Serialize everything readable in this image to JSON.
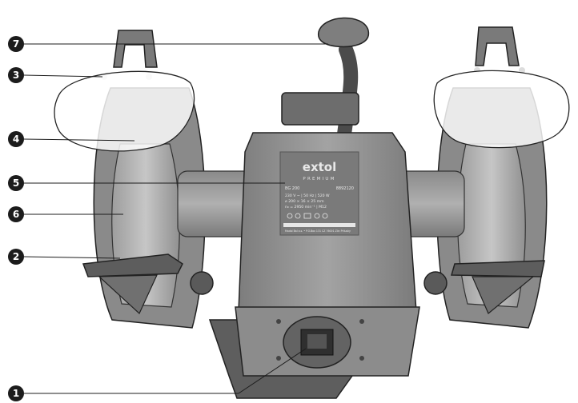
{
  "brand": {
    "logo": "extol",
    "tagline": "PREMIUM"
  },
  "rating_plate": {
    "model_left": "BG 200",
    "model_right": "8892120",
    "line1": "230 V ~ | 50 Hz | 520 W",
    "line2": "⌀ 200 × 16 × 25 mm",
    "line3": "n₀ = 2950 min⁻¹ | M12",
    "footer": "Madal Bal a.s. • P.O.Box 131 CZ 76001 Zlin Prilusky"
  },
  "callouts": [
    {
      "number": "7"
    },
    {
      "number": "3"
    },
    {
      "number": "4"
    },
    {
      "number": "5"
    },
    {
      "number": "6"
    },
    {
      "number": "2"
    },
    {
      "number": "1"
    }
  ],
  "colors": {
    "body": "#9a9a9a",
    "body_dark": "#6f6f6f",
    "wheel": "#b9b9b9",
    "marker": "#1c1c1c",
    "leader": "#1c1c1c"
  },
  "icons": [
    "grinder-illustration",
    "power-switch-icon",
    "ce-mark-icon"
  ]
}
